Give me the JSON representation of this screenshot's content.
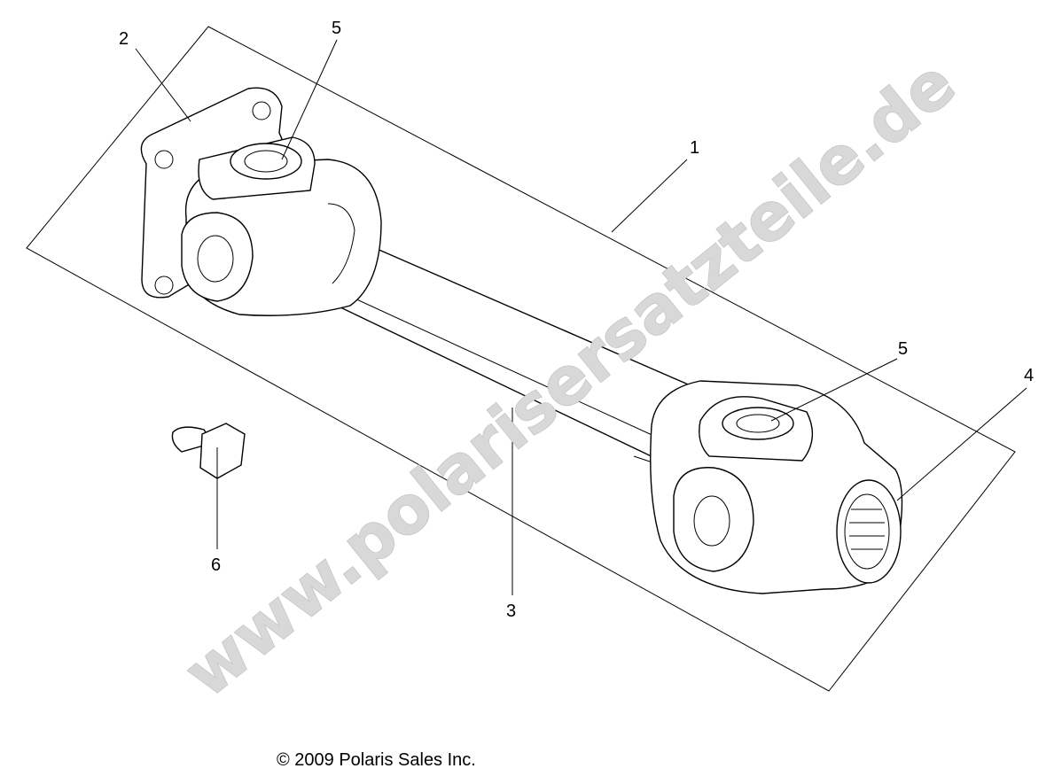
{
  "callouts": [
    {
      "number": "1",
      "part": "drive-shaft-assembly"
    },
    {
      "number": "2",
      "part": "flange-yoke"
    },
    {
      "number": "3",
      "part": "shaft-tube"
    },
    {
      "number": "4",
      "part": "splined-yoke"
    },
    {
      "number": "5",
      "part": "u-joint-cross-left"
    },
    {
      "number": "5",
      "part": "u-joint-cross-right"
    },
    {
      "number": "6",
      "part": "bolt"
    }
  ],
  "watermark": "www.polarisersatzteile.de",
  "copyright": "© 2009 Polaris Sales Inc.",
  "colors": {
    "line": "#000000",
    "watermark": "#d8d8d8",
    "background": "#ffffff"
  }
}
